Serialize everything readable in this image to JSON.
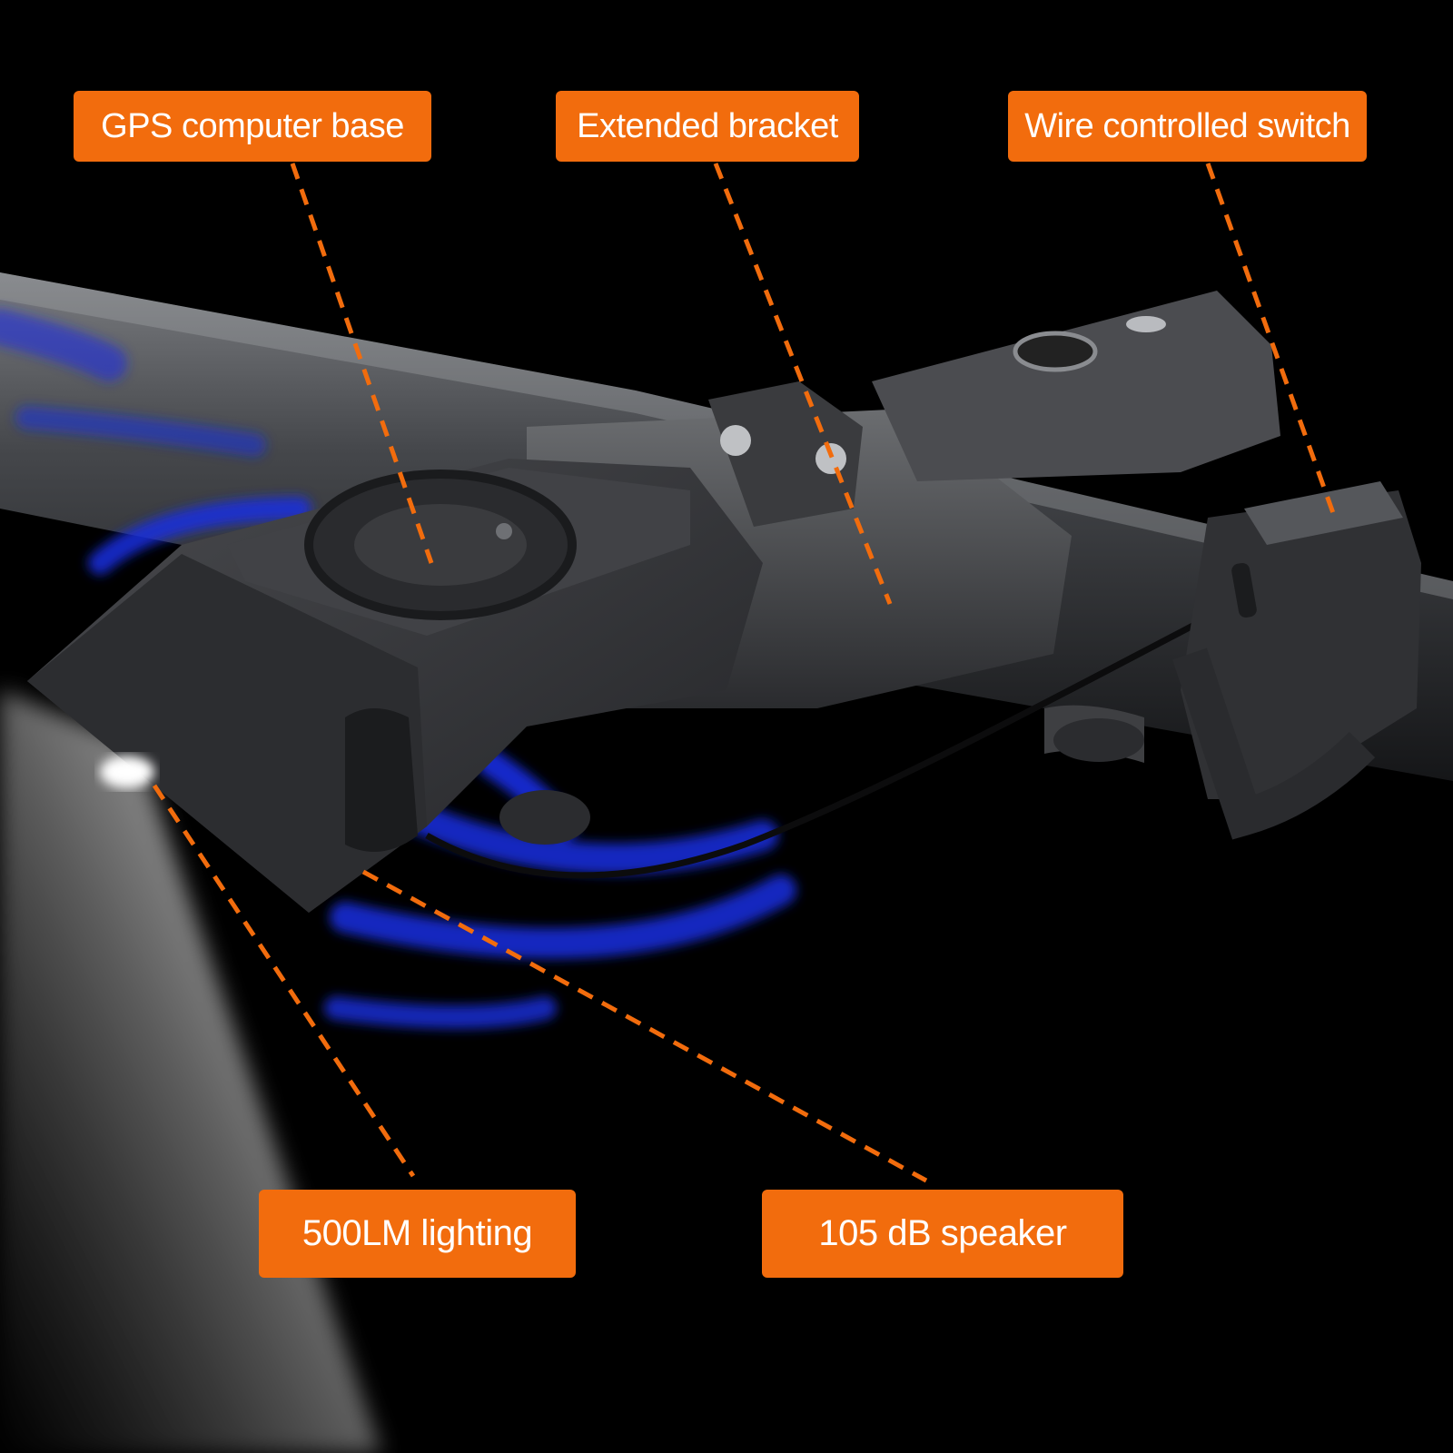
{
  "callouts": {
    "gps_base": "GPS computer base",
    "extended_bracket": "Extended bracket",
    "wire_switch": "Wire controlled switch",
    "lighting": "500LM lighting",
    "speaker": "105 dB speaker"
  },
  "colors": {
    "background": "#000000",
    "callout": "#f26c0d",
    "callout_text": "#ffffff",
    "leader_line": "#f26c0d",
    "sound_wave": "#1a2ee0",
    "device_body": "#3b3c3f"
  }
}
